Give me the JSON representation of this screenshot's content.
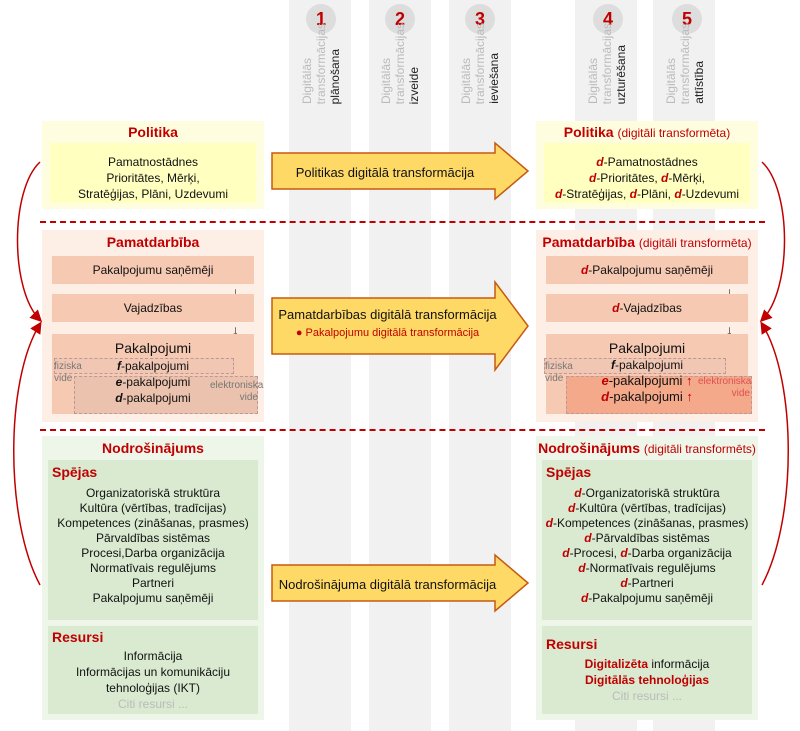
{
  "stages": [
    {
      "num": "1",
      "word1": "Digitālās",
      "word2": "transformācijas",
      "word3": "plānošana"
    },
    {
      "num": "2",
      "word1": "Digitālās",
      "word2": "transformācijas",
      "word3": "izveide"
    },
    {
      "num": "3",
      "word1": "Digitālās",
      "word2": "transformācijas",
      "word3": "ieviešana"
    },
    {
      "num": "4",
      "word1": "Digitālās",
      "word2": "transformācijas",
      "word3": "uzturēšana"
    },
    {
      "num": "5",
      "word1": "Digitālās",
      "word2": "transformācijas",
      "word3": "attīstība"
    }
  ],
  "left": {
    "politika_title": "Politika",
    "politika_lines": [
      "Pamatnostādnes",
      "Prioritātes, Mērķi,",
      "Stratēģijas, Plāni, Uzdevumi"
    ],
    "pamat_title": "Pamatdarbība",
    "pamat_recv": "Pakalpojumu saņēmēji",
    "pamat_needs": "Vajadzības",
    "pamat_services": "Pakalpojumi",
    "f_services": "-pakalpojumi",
    "e_services": "-pakalpojumi",
    "d_services": "-pakalpojumi",
    "f_prefix": "f",
    "e_prefix": "e",
    "d_prefix": "d",
    "fiziska": "fiziska",
    "vide": "vide",
    "elektroniska": "elektroniska",
    "nodro_title": "Nodrošinājums",
    "spejas_title": "Spējas",
    "spejas": [
      "Organizatoriskā struktūra",
      "Kultūra (vērtības, tradīcijas)",
      "Kompetences (zināšanas, prasmes)",
      "Pārvaldības sistēmas",
      "Procesi,Darba organizācija",
      "Normatīvais regulējums",
      "Partneri",
      "Pakalpojumu saņēmēji"
    ],
    "resursi_title": "Resursi",
    "resursi": [
      "Informācija",
      "Informācijas un komunikāciju",
      "tehnoloģijas (IKT)"
    ],
    "citi": "Citi resursi ..."
  },
  "arrows": {
    "politika": "Politikas digitālā transformācija",
    "pamat": "Pamatdarbības digitālā transformācija",
    "pamat_sub": "Pakalpojumu digitālā transformācija",
    "bullet": "●",
    "nodro": "Nodrošinājuma digitālā transformācija"
  },
  "right": {
    "politika_title": "Politika",
    "politika_sub": "(digitāli transformēta)",
    "d": "d",
    "politika_l1": "-Pamatnostādnes",
    "politika_l2a": "-Prioritātes, ",
    "politika_l2b": "-Mērķi,",
    "politika_l3a": "-Stratēģijas, ",
    "politika_l3b": "-Plāni, ",
    "politika_l3c": "-Uzdevumi",
    "pamat_title": "Pamatdarbība",
    "pamat_sub": "(digitāli transformēta)",
    "pamat_recv": "-Pakalpojumu saņēmēji",
    "pamat_needs": "-Vajadzības",
    "pamat_services": "Pakalpojumi",
    "f_prefix": "f",
    "f_services": "-pakalpojumi",
    "e_prefix": "e",
    "e_services": "-pakalpojumi",
    "d_services": "-pakalpojumi",
    "up": "↑",
    "fiziska": "fiziska",
    "vide": "vide",
    "elektroniska": "elektroniska",
    "nodro_title": "Nodrošinājums",
    "nodro_sub": "(digitāli transformēts)",
    "spejas_title": "Spējas",
    "spejas": [
      "-Organizatoriskā struktūra",
      "-Kultūra (vērtības, tradīcijas)",
      "-Kompetences (zināšanas, prasmes)",
      "-Pārvaldības sistēmas"
    ],
    "procesi_a": "-Procesi, ",
    "procesi_b": "-Darba organizācija",
    "spejas2": [
      "-Normatīvais regulējums",
      "-Partneri",
      "-Pakalpojumu saņēmēji"
    ],
    "resursi_title": "Resursi",
    "res1a": "Digitalizēta",
    "res1b": " informācija",
    "res2": "Digitālās tehnoloģijas",
    "citi": "Citi resursi ..."
  },
  "colors": {
    "red": "#c00000",
    "yellow": "#fffdd0",
    "peach": "#fdeee6",
    "green": "#e2efd9",
    "arrow": "#ffd966"
  }
}
